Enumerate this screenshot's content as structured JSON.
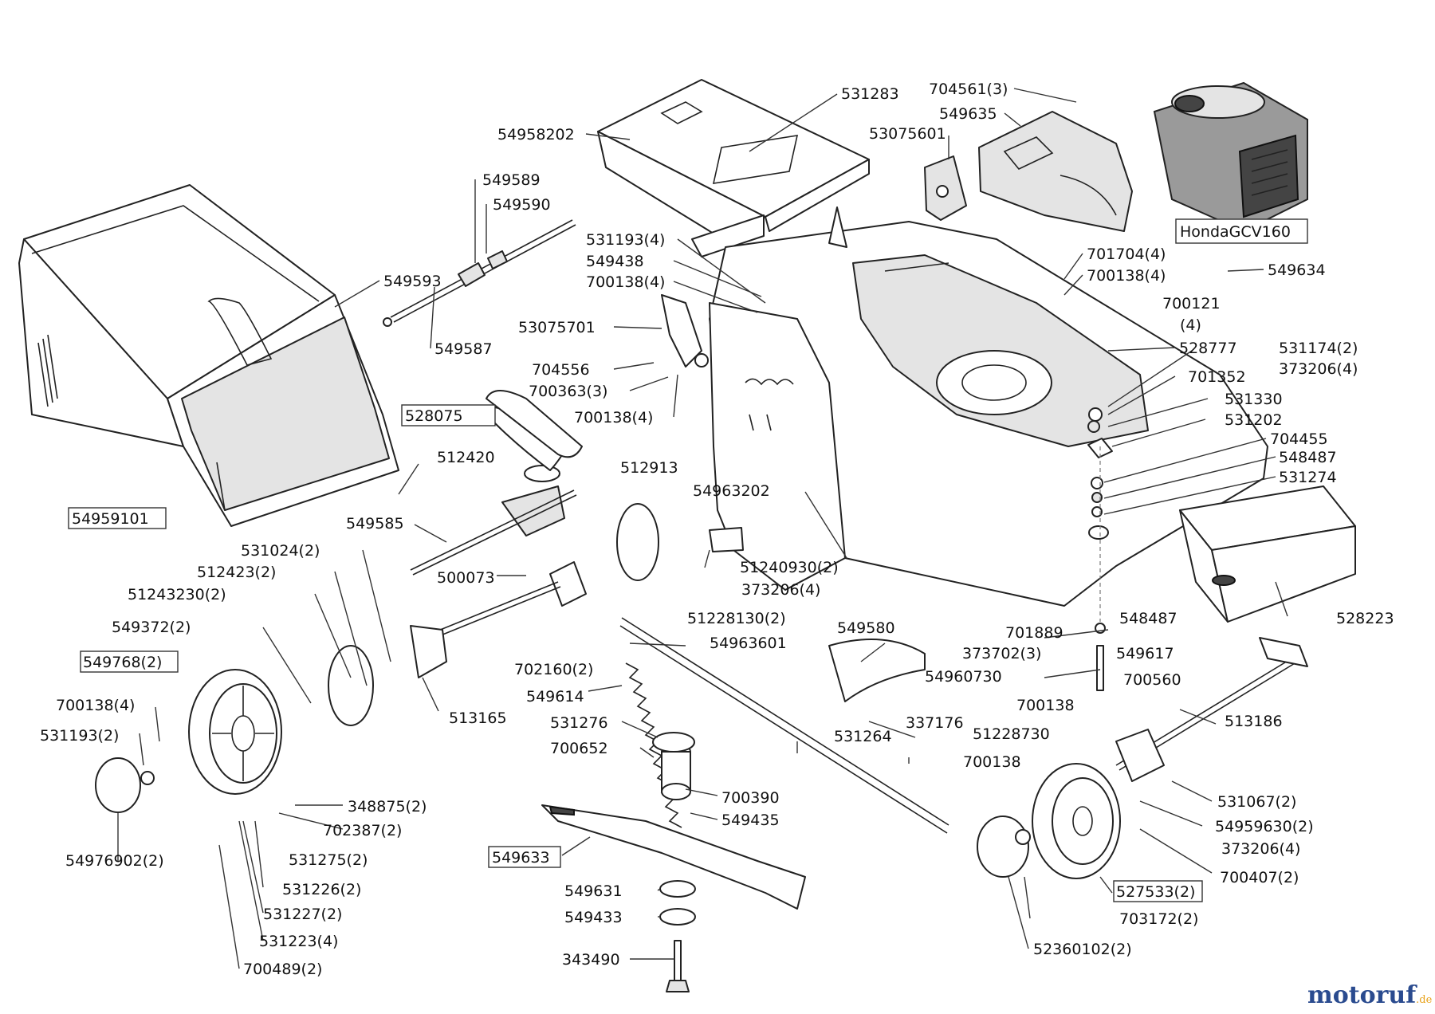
{
  "watermark": {
    "text": "motoruf",
    "suffix": ".de",
    "color_main": "#2a4b8f",
    "color_accent": "#e8a21a"
  },
  "engine_label": "HondaGCV160",
  "labels": {
    "p531283": "531283",
    "p54958202": "54958202",
    "p704561": "704561(3)",
    "p549635": "549635",
    "p53075601": "53075601",
    "p549589": "549589",
    "p549590": "549590",
    "p531193_4": "531193(4)",
    "p549438": "549438",
    "p700138_4a": "700138(4)",
    "p701704": "701704(4)",
    "p700138_4b": "700138(4)",
    "p549634": "549634",
    "p549593": "549593",
    "p549587": "549587",
    "p53075701": "53075701",
    "p704556": "704556",
    "p700363": "700363(3)",
    "p700138_4c": "700138(4)",
    "p700121": "700121",
    "p700121_qty": "(4)",
    "p528777": "528777",
    "p531174": "531174(2)",
    "p373206_4a": "373206(4)",
    "p701352": "701352",
    "p531330": "531330",
    "p531202": "531202",
    "p704455": "704455",
    "p548487a": "548487",
    "p531274": "531274",
    "p528075": "528075",
    "p512420": "512420",
    "p54959101": "54959101",
    "p512913": "512913",
    "p54963202": "54963202",
    "p549585": "549585",
    "p531024": "531024(2)",
    "p512423": "512423(2)",
    "p51243230": "51243230(2)",
    "p500073": "500073",
    "p51240930": "51240930(2)",
    "p373206_4b": "373206(4)",
    "p549372": "549372(2)",
    "p51228130": "51228130(2)",
    "p528223": "528223",
    "p549580": "549580",
    "p548487b": "548487",
    "p701889": "701889",
    "p549768": "549768(2)",
    "p54963601": "54963601",
    "p373702": "373702(3)",
    "p549617": "549617",
    "p702160": "702160(2)",
    "p54960730": "54960730",
    "p700560": "700560",
    "p700138_4d": "700138(4)",
    "p549614": "549614",
    "p513165": "513165",
    "p700138a": "700138",
    "p513186": "513186",
    "p531193_2": "531193(2)",
    "p531276": "531276",
    "p337176": "337176",
    "p51228730": "51228730",
    "p531264": "531264",
    "p700652": "700652",
    "p700138b": "700138",
    "p700390": "700390",
    "p531067": "531067(2)",
    "p348875": "348875(2)",
    "p549435": "549435",
    "p54959630": "54959630(2)",
    "p702387": "702387(2)",
    "p373206_4c": "373206(4)",
    "p54976902": "54976902(2)",
    "p531275": "531275(2)",
    "p549633": "549633",
    "p700407": "700407(2)",
    "p531226": "531226(2)",
    "p527533": "527533(2)",
    "p549631": "549631",
    "p531227": "531227(2)",
    "p549433": "549433",
    "p703172": "703172(2)",
    "p531223": "531223(4)",
    "p52360102": "52360102(2)",
    "p343490": "343490",
    "p700489": "700489(2)"
  }
}
